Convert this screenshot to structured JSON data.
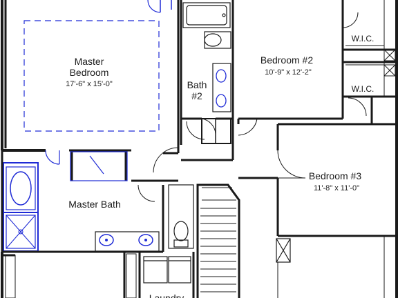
{
  "rooms": {
    "master_bedroom": {
      "name_line1": "Master",
      "name_line2": "Bedroom",
      "dimensions": "17'-6\" x 15'-0\""
    },
    "bath2": {
      "name_line1": "Bath",
      "name_line2": "#2"
    },
    "bedroom2": {
      "name": "Bedroom #2",
      "dimensions": "10'-9\" x 12'-2\""
    },
    "wic1": {
      "name": "W.I.C."
    },
    "wic2": {
      "name": "W.I.C."
    },
    "bedroom3": {
      "name": "Bedroom #3",
      "dimensions": "11'-8\" x 11'-0\""
    },
    "master_bath": {
      "name": "Master Bath"
    },
    "laundry": {
      "name": "Laundry"
    }
  },
  "colors": {
    "walls": "#1a1a1a",
    "master_suite_highlight": "#1f2bd6",
    "background": "#ffffff"
  }
}
